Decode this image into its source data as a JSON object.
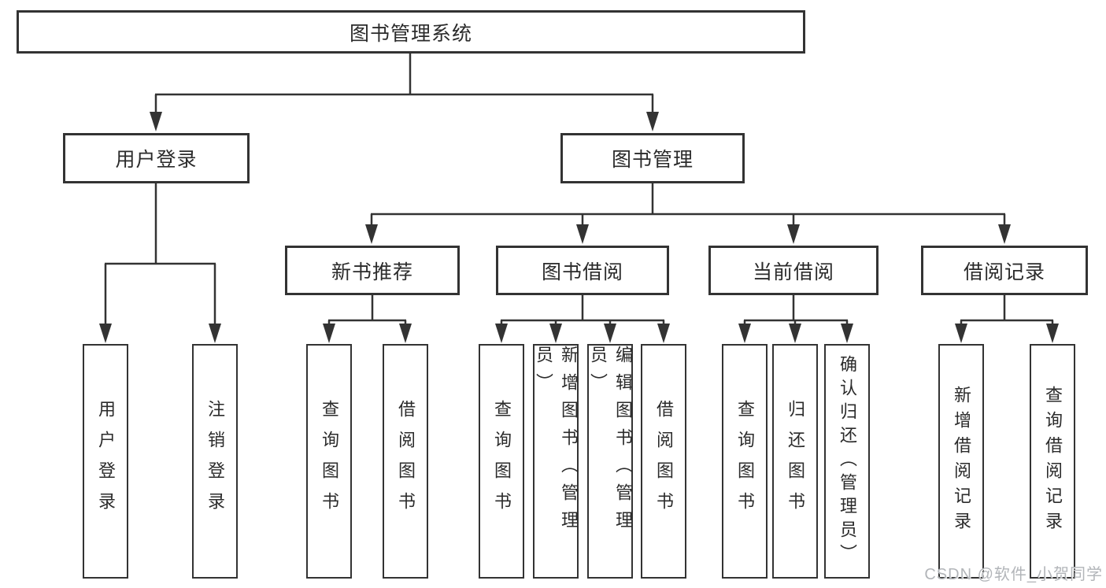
{
  "diagram": {
    "root": {
      "label": "图书管理系统"
    },
    "login": {
      "label": "用户登录",
      "children": [
        {
          "label": "用户登录"
        },
        {
          "label": "注销登录"
        }
      ]
    },
    "manage": {
      "label": "图书管理",
      "groups": [
        {
          "label": "新书推荐",
          "children": [
            {
              "label": "查询图书"
            },
            {
              "label": "借阅图书"
            }
          ]
        },
        {
          "label": "图书借阅",
          "children": [
            {
              "label": "查询图书"
            },
            {
              "label": "新增图书（管理员）"
            },
            {
              "label": "编辑图书（管理员）"
            },
            {
              "label": "借阅图书"
            }
          ]
        },
        {
          "label": "当前借阅",
          "children": [
            {
              "label": "查询图书"
            },
            {
              "label": "归还图书"
            },
            {
              "label": "确认归还（管理员）"
            }
          ]
        },
        {
          "label": "借阅记录",
          "children": [
            {
              "label": "新增借阅记录"
            },
            {
              "label": "查询借阅记录"
            }
          ]
        }
      ]
    }
  },
  "watermark": {
    "text": "CSDN @软件_小贺同学"
  },
  "colors": {
    "line": "#333333",
    "border": "#333333",
    "text": "#2b2b2b",
    "watermark": "#b2b5b9",
    "background": "#ffffff"
  }
}
